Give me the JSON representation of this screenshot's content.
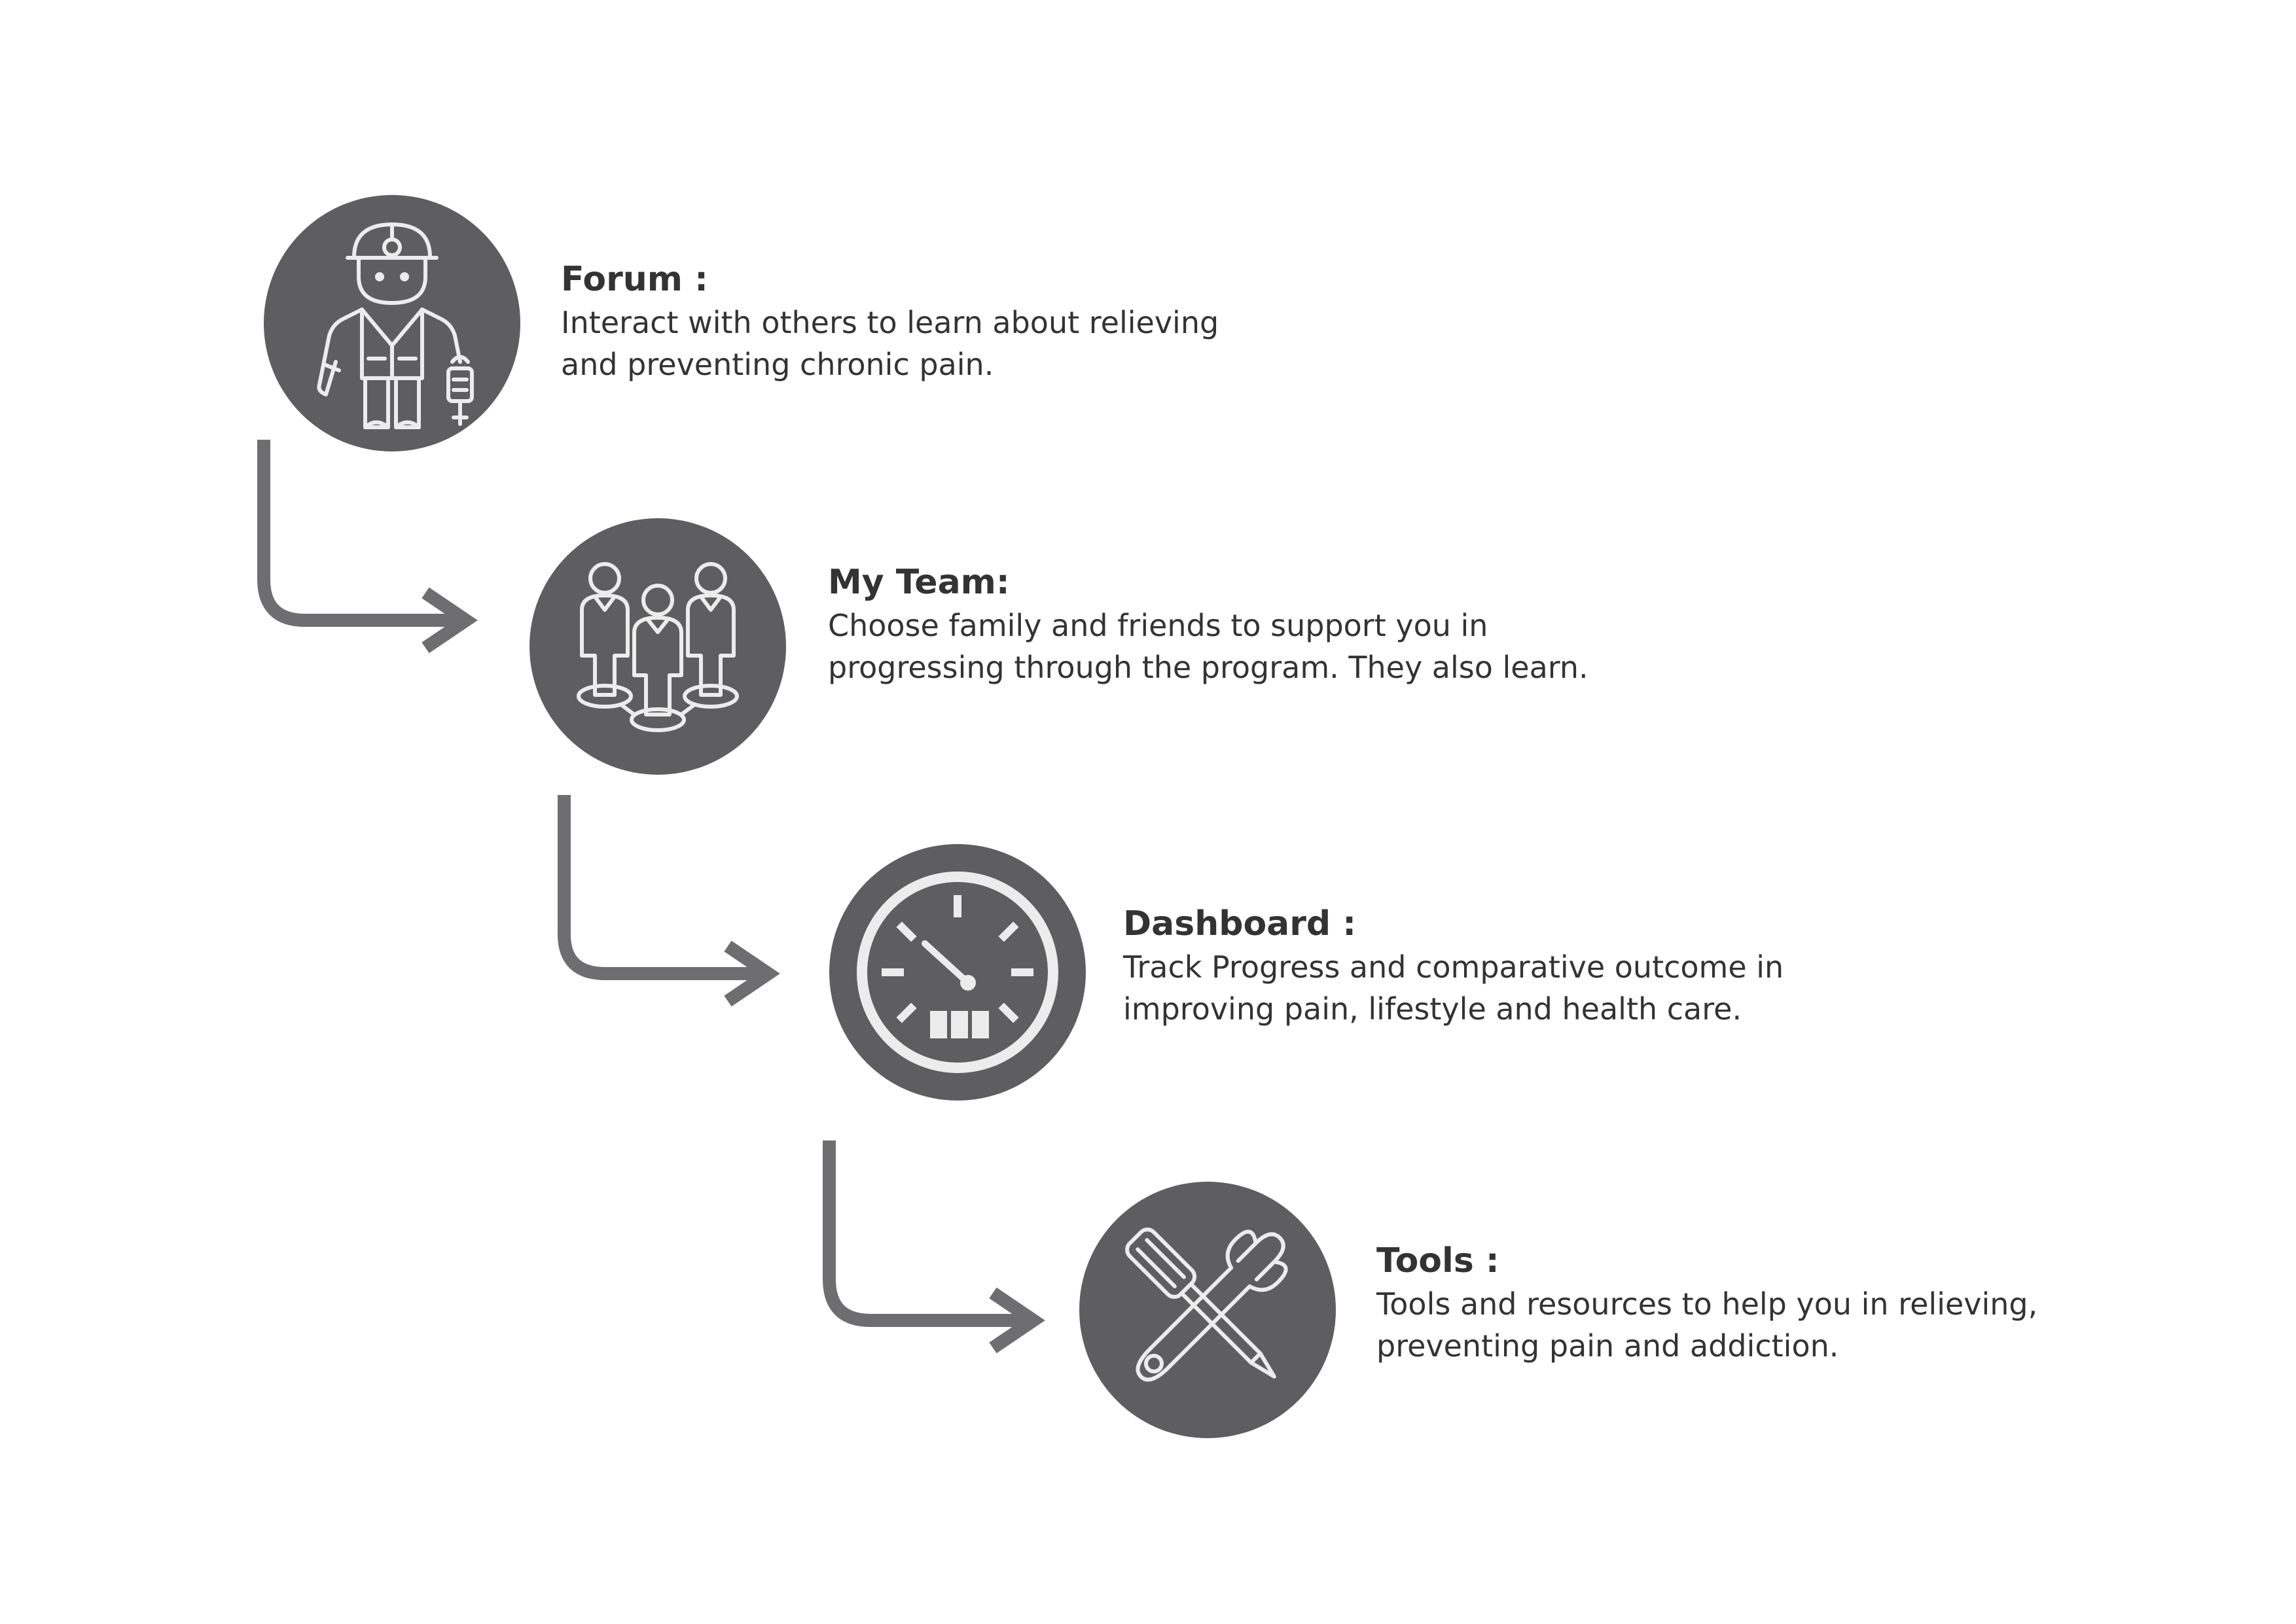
{
  "theme": {
    "circle_color": "#5e5e60",
    "arrow_color": "#6e6e70",
    "icon_stroke": "#ececec",
    "text_color": "#333333"
  },
  "steps": [
    {
      "title": "Forum :",
      "description": "Interact with others to learn about  relieving\nand preventing chronic pain.",
      "icon": "doctor-icon"
    },
    {
      "title": "My Team:",
      "description": "Choose family and friends to support you in\nprogressing through the program. They also learn.",
      "icon": "team-icon"
    },
    {
      "title": "Dashboard :",
      "description": "Track Progress and comparative outcome in\nimproving pain, lifestyle and health care.",
      "icon": "gauge-icon"
    },
    {
      "title": "Tools :",
      "description": "Tools and resources to help you in relieving,\npreventing pain and addiction.",
      "icon": "tools-icon"
    }
  ]
}
